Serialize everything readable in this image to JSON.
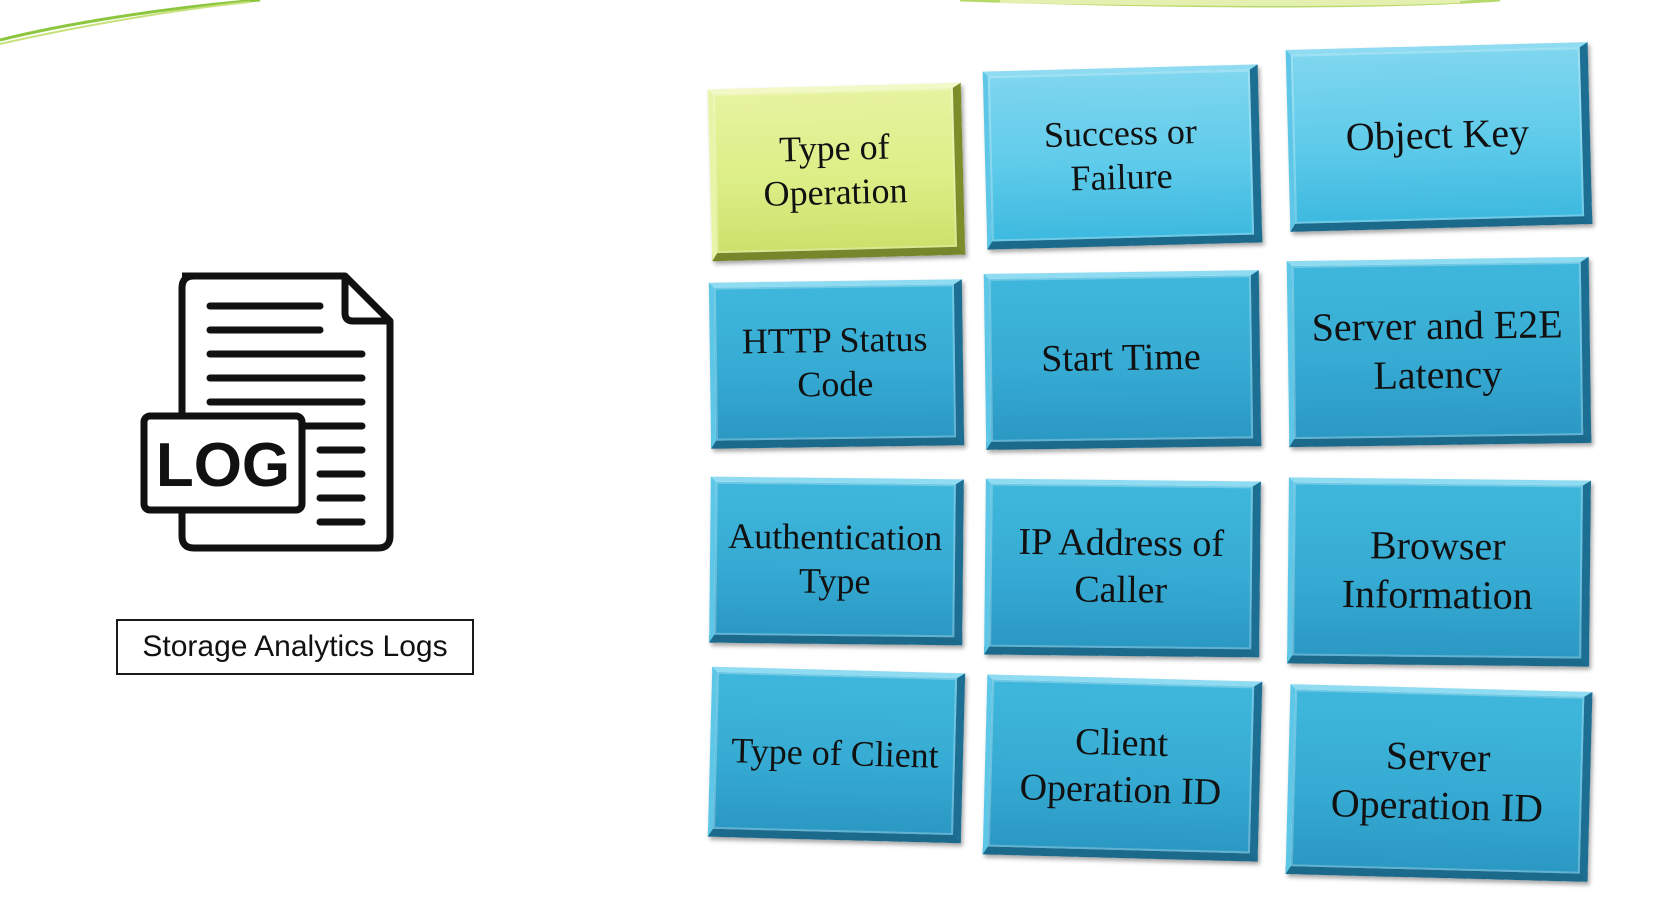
{
  "caption": "Storage Analytics Logs",
  "icon": {
    "label": "LOG",
    "name": "log-file-icon"
  },
  "colors": {
    "tile_blue": "#36abd3",
    "tile_light_blue": "#5ecbea",
    "tile_highlight": "#dcee86",
    "swoosh_green": "#8cc63f"
  },
  "tiles": [
    {
      "label": "Type of Operation",
      "highlight": true
    },
    {
      "label": "Success or Failure"
    },
    {
      "label": "Object Key"
    },
    {
      "label": "HTTP Status Code"
    },
    {
      "label": "Start Time"
    },
    {
      "label": "Server and E2E Latency"
    },
    {
      "label": "Authentication Type"
    },
    {
      "label": "IP Address of Caller"
    },
    {
      "label": "Browser Information"
    },
    {
      "label": "Type of Client"
    },
    {
      "label": "Client Operation ID"
    },
    {
      "label": "Server Operation ID"
    }
  ]
}
